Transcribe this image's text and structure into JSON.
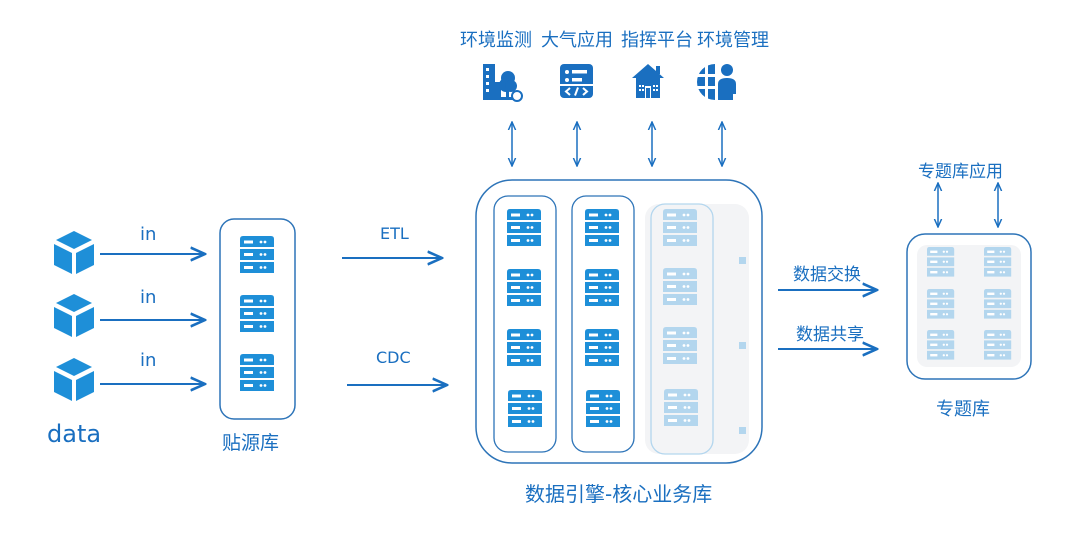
{
  "colors": {
    "primary": "#1a6fc0",
    "server_blue": "#1e8fd8",
    "server_faded": "#b3d6ee",
    "faded_panel": "#f3f4f6",
    "border": "#2d74b8"
  },
  "apps": {
    "labels": [
      "环境监测",
      "大气应用",
      "指挥平台",
      "环境管理"
    ],
    "icons": [
      "building-tree-icon",
      "code-panel-icon",
      "house-icon",
      "globe-person-icon"
    ]
  },
  "sources": {
    "label": "data",
    "arrow_labels": [
      "in",
      "in",
      "in"
    ]
  },
  "staging_db": {
    "label": "贴源库"
  },
  "pipelines": {
    "etl_label": "ETL",
    "cdc_label": "CDC"
  },
  "core_db": {
    "label": "数据引擎-核心业务库"
  },
  "exchange": {
    "exchange_label": "数据交换",
    "share_label": "数据共享"
  },
  "topic_db": {
    "label": "专题库",
    "app_label": "专题库应用"
  }
}
